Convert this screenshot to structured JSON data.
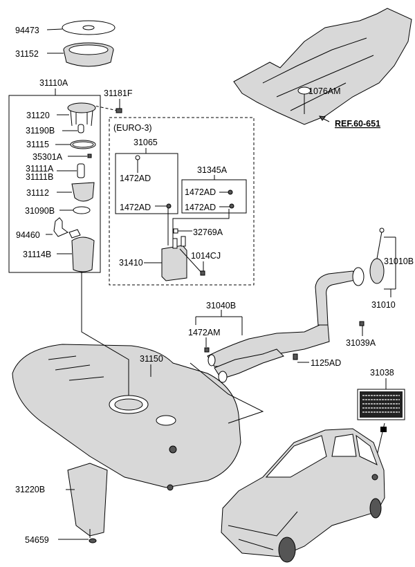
{
  "labels": {
    "p94473": "94473",
    "p31152": "31152",
    "p31110A": "31110A",
    "p31181F": "31181F",
    "p31120": "31120",
    "p31190B": "31190B",
    "p31115": "31115",
    "p35301A": "35301A",
    "p31111A": "31111A",
    "p31111B": "31111B",
    "p31112": "31112",
    "p31090B": "31090B",
    "p94460": "94460",
    "p31114B": "31114B",
    "euro3": "(EURO-3)",
    "p31065": "31065",
    "p1472AD_1": "1472AD",
    "p1472AD_2": "1472AD",
    "p31345A": "31345A",
    "p1472AD_3": "1472AD",
    "p1472AD_4": "1472AD",
    "p32769A": "32769A",
    "p31410": "31410",
    "p1014CJ": "1014CJ",
    "p1076AM": "1076AM",
    "ref": "REF.60-651",
    "p31010B": "31010B",
    "p31010": "31010",
    "p31040B": "31040B",
    "p1472AM": "1472AM",
    "p31039A": "31039A",
    "p1125AD": "1125AD",
    "p31150": "31150",
    "p31038": "31038",
    "p31220B": "31220B",
    "p54659": "54659"
  }
}
